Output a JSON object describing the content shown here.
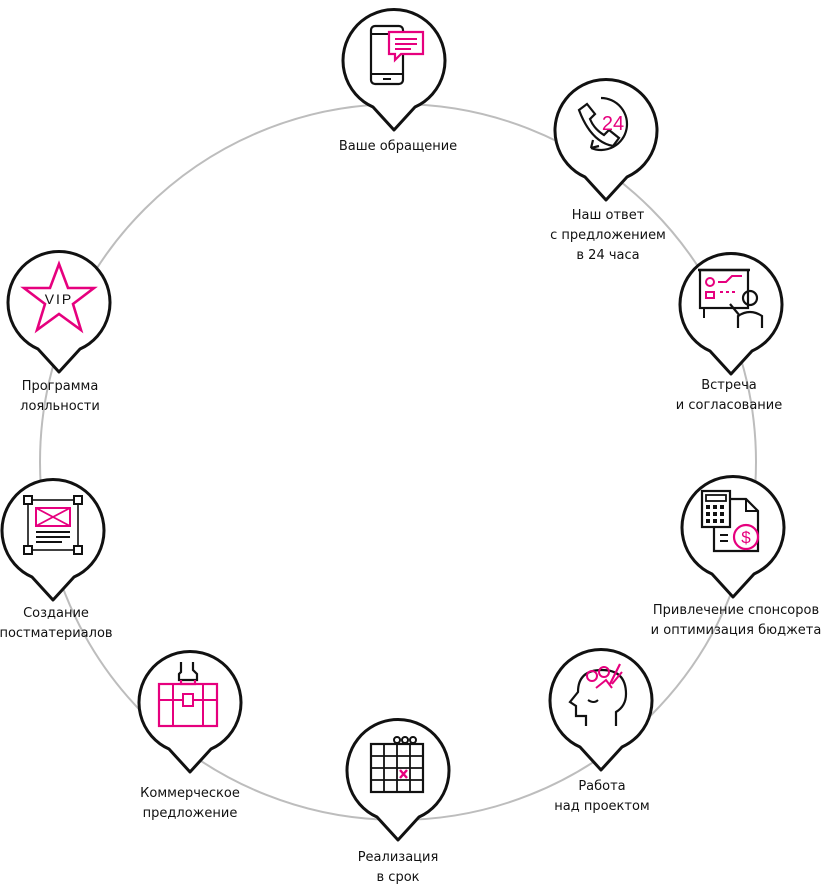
{
  "colors": {
    "accent": "#e6007e",
    "stroke": "#111111",
    "ring": "#bdbdbd"
  },
  "steps": [
    {
      "id": "request",
      "icon": "smartphone-chat-icon",
      "lines": [
        "Ваше обращение"
      ]
    },
    {
      "id": "answer",
      "icon": "phone-24-hours-icon",
      "lines": [
        "Наш ответ",
        "с предложением",
        "в 24 часа"
      ]
    },
    {
      "id": "meeting",
      "icon": "presentation-board-icon",
      "lines": [
        "Встреча",
        "и согласование"
      ]
    },
    {
      "id": "sponsors",
      "icon": "calculator-budget-icon",
      "lines": [
        "Привлечение спонсоров",
        "и оптимизация бюджета"
      ]
    },
    {
      "id": "work",
      "icon": "head-ideas-icon",
      "lines": [
        "Работа",
        "над проектом"
      ]
    },
    {
      "id": "deadline",
      "icon": "calendar-icon",
      "lines": [
        "Реализация",
        "в срок"
      ]
    },
    {
      "id": "offer",
      "icon": "briefcase-hand-icon",
      "lines": [
        "Коммерческое",
        "предложение"
      ]
    },
    {
      "id": "materials",
      "icon": "layout-frame-icon",
      "lines": [
        "Создание",
        "постматериалов"
      ]
    },
    {
      "id": "loyalty",
      "icon": "vip-star-icon",
      "lines": [
        "Программа",
        "лояльности"
      ]
    }
  ],
  "vip_text": "VIP",
  "clock_text": "24"
}
